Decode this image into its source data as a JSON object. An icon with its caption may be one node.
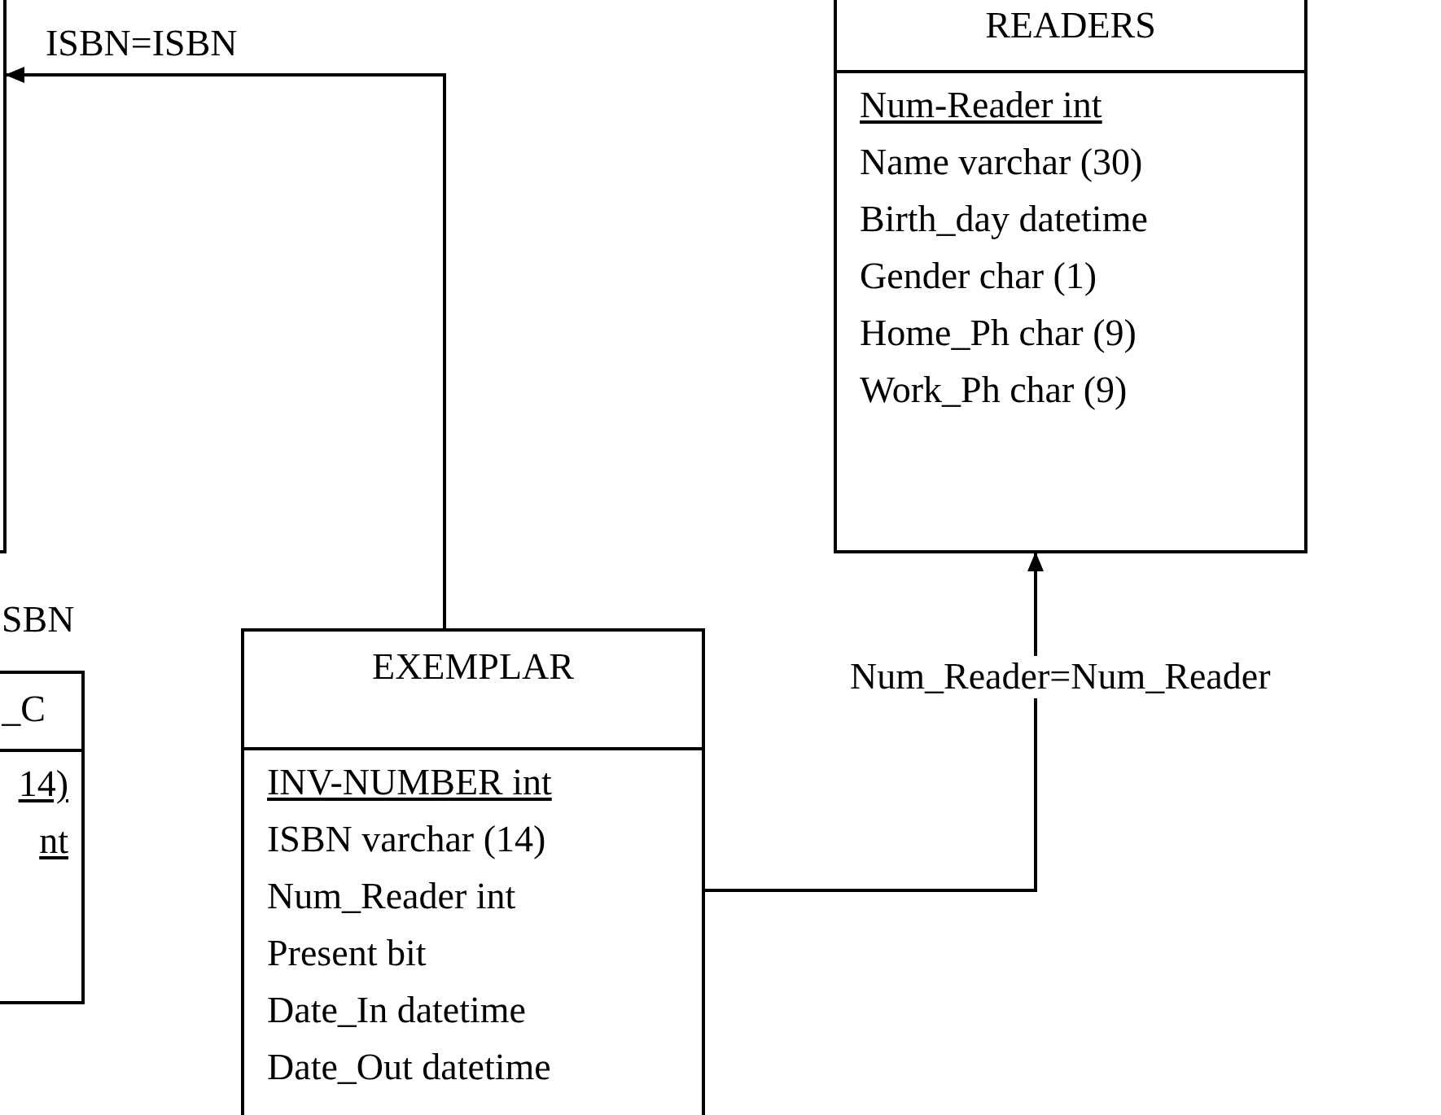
{
  "diagram": {
    "nodes": [
      {
        "text": [],
        "shape": "box"
      },
      {
        "text": [
          "_C",
          "14)",
          "nt"
        ]
      },
      {
        "text": [
          "READERS",
          "Num-Reader int",
          "Name varchar (30)",
          "Birth_day datetime",
          "Gender char (1)",
          "Home_Ph char (9)",
          "Work_Ph char (9)"
        ]
      },
      {
        "text": [
          "EXEMPLAR",
          "INV-NUMBER int",
          "ISBN varchar (14)",
          "Num_Reader int",
          "Present bit",
          "Date_In datetime",
          "Date_Out datetime"
        ]
      }
    ],
    "edges": [
      {
        "from": 3,
        "to": 0,
        "arrow": "to",
        "label": "ISBN=ISBN"
      },
      {
        "from": 3,
        "to": 2,
        "arrow": "to",
        "label": "Num_Reader=Num_Reader"
      }
    ],
    "labels": [
      "SBN"
    ]
  }
}
